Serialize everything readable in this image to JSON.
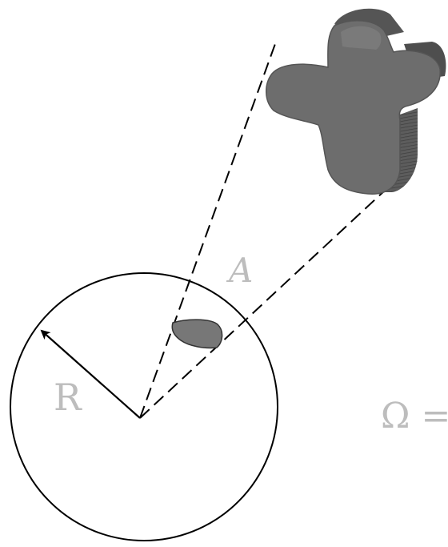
{
  "labels": {
    "radius": "R",
    "area": "A",
    "formula": "Ω ="
  },
  "colors": {
    "stroke": "#000000",
    "label": "#bdbdbd",
    "object_fill": "#6d6d6d",
    "object_shadow": "#4f4f4f",
    "projection_fill": "#777777"
  }
}
